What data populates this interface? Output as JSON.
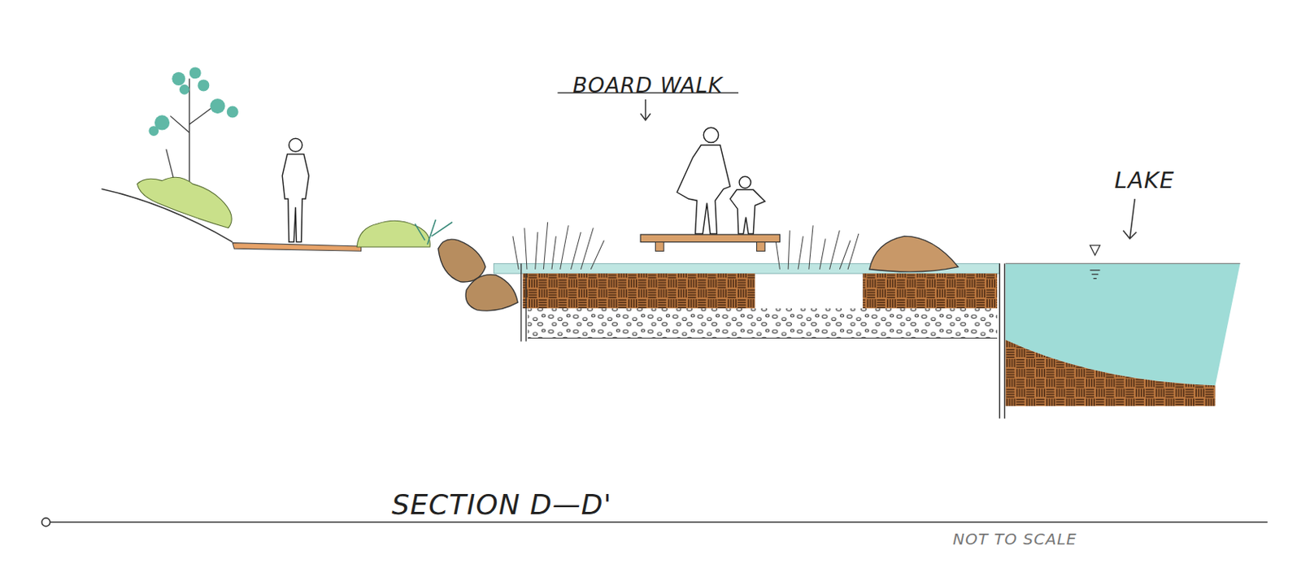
{
  "diagram": {
    "caption": "SECTION D—D'",
    "labels": [
      "BOARD WALK",
      "LAKE",
      "NOT TO SCALE"
    ]
  }
}
